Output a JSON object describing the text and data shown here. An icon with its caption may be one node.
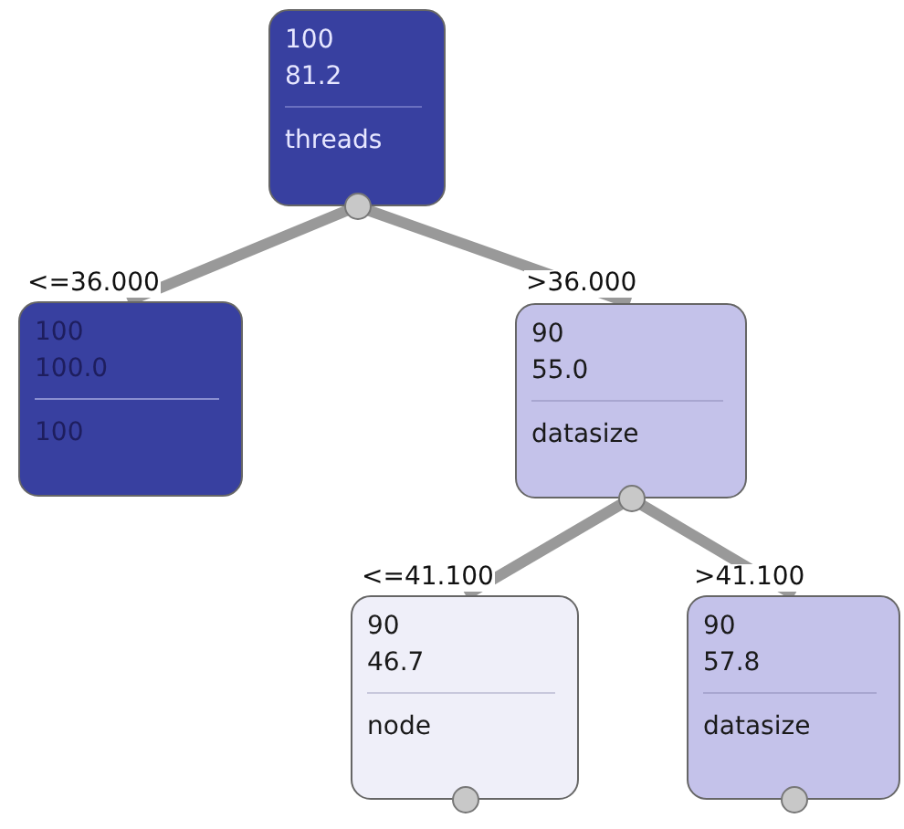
{
  "diagram": {
    "nodes": [
      {
        "text": [
          "100",
          "81.2",
          "threads"
        ]
      },
      {
        "text": [
          "100",
          "100.0",
          "100"
        ]
      },
      {
        "text": [
          "90",
          "55.0",
          "datasize"
        ]
      },
      {
        "text": [
          "90",
          "46.7",
          "node"
        ]
      },
      {
        "text": [
          "90",
          "57.8",
          "datasize"
        ]
      }
    ],
    "edges": [
      {
        "from": 0,
        "to": 1,
        "arrow": "none",
        "label": "<=36.000"
      },
      {
        "from": 0,
        "to": 2,
        "arrow": "none",
        "label": ">36.000"
      },
      {
        "from": 2,
        "to": 3,
        "arrow": "none",
        "label": "<=41.100"
      },
      {
        "from": 2,
        "to": 4,
        "arrow": "none",
        "label": ">41.100"
      }
    ]
  }
}
